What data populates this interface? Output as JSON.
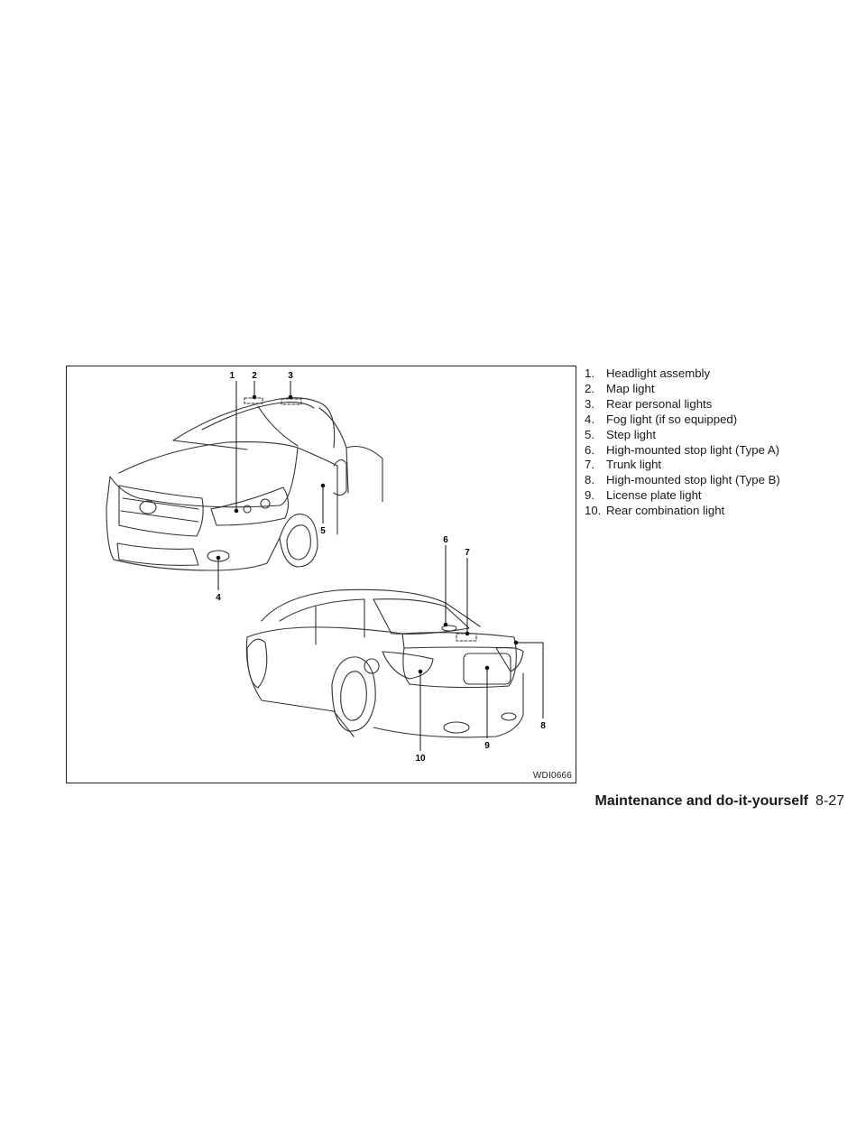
{
  "legend": {
    "items": [
      {
        "num": "1.",
        "label": "Headlight assembly"
      },
      {
        "num": "2.",
        "label": "Map light"
      },
      {
        "num": "3.",
        "label": "Rear personal lights"
      },
      {
        "num": "4.",
        "label": "Fog light (if so equipped)"
      },
      {
        "num": "5.",
        "label": "Step light"
      },
      {
        "num": "6.",
        "label": "High-mounted stop light (Type A)"
      },
      {
        "num": "7.",
        "label": "Trunk light"
      },
      {
        "num": "8.",
        "label": "High-mounted stop light (Type B)"
      },
      {
        "num": "9.",
        "label": "License plate light"
      },
      {
        "num": "10.",
        "label": "Rear combination light"
      }
    ]
  },
  "figure": {
    "id": "WDI0666",
    "callouts": [
      "1",
      "2",
      "3",
      "4",
      "5",
      "6",
      "7",
      "8",
      "9",
      "10"
    ]
  },
  "footer": {
    "section": "Maintenance and do-it-yourself",
    "page": "8-27"
  }
}
